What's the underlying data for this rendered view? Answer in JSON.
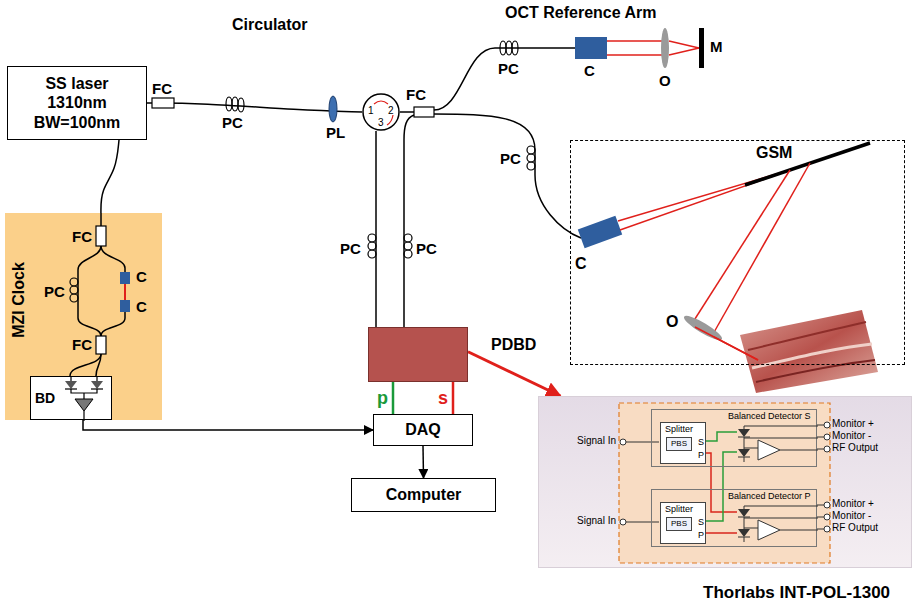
{
  "diagram": {
    "nodes": [
      {
        "text": [
          "SS laser 1310nm BW=100nm"
        ]
      },
      {
        "text": [
          "1",
          "2",
          "3"
        ]
      },
      {
        "text": [
          "MZI Clock"
        ]
      },
      {
        "text": [
          "BD"
        ],
        "in": 2
      },
      {
        "text": [
          "GSM",
          "C",
          "O"
        ]
      },
      {
        "text": [
          "PDBD"
        ]
      },
      {
        "text": [
          "DAQ"
        ]
      },
      {
        "text": [
          "Computer"
        ]
      },
      {
        "text": [
          "Thorlabs INT-POL-1300"
        ]
      },
      {
        "text": [
          "Balanced Detector S"
        ],
        "in": 8
      },
      {
        "text": [
          "Splitter",
          "S",
          "P"
        ],
        "in": 9
      },
      {
        "text": [
          "PBS"
        ],
        "in": 10
      },
      {
        "text": [
          "Balanced Detector P"
        ],
        "in": 8
      },
      {
        "text": [
          "Splitter",
          "S",
          "P"
        ],
        "in": 12
      },
      {
        "text": [
          "PBS"
        ],
        "in": 13
      }
    ],
    "edges": [
      {
        "from": 0,
        "to": 1,
        "arrow": "none"
      },
      {
        "from": 0,
        "to": 2,
        "arrow": "none"
      },
      {
        "from": 1,
        "to": 5,
        "arrow": "none"
      },
      {
        "from": 5,
        "to": 8,
        "arrow": "to"
      },
      {
        "from": 5,
        "to": 6,
        "label": "p",
        "arrow": "none"
      },
      {
        "from": 5,
        "to": 6,
        "label": "s",
        "arrow": "none"
      },
      {
        "from": 3,
        "to": 6,
        "arrow": "to"
      },
      {
        "from": 6,
        "to": 7,
        "arrow": "to"
      }
    ],
    "labels": [
      "Circulator",
      "FC",
      "PC",
      "PL",
      "FC",
      "OCT Reference Arm",
      "PC",
      "C",
      "O",
      "M",
      "PC",
      "PC",
      "PC",
      "FC",
      "PC",
      "C",
      "C",
      "FC",
      "Signal In",
      "Monitor +",
      "Monitor -",
      "RF Output",
      "Signal In",
      "Monitor +",
      "Monitor -",
      "RF Output"
    ]
  }
}
